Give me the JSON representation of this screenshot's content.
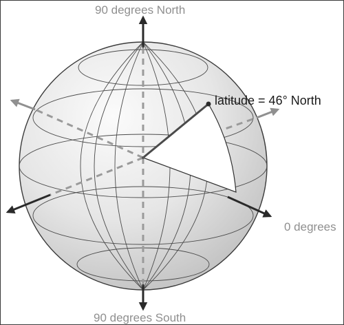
{
  "labels": {
    "north": "90 degrees North",
    "south": "90 degrees South",
    "zero": "0 degrees",
    "latitude": "latitude = 46° North"
  },
  "colors": {
    "sphere_fill": "#e4e4e4",
    "sphere_highlight": "#fafafa",
    "grid_line": "#4a4a4a",
    "dashed_axis": "#9a9a9a",
    "solid_arrow": "#2a2a2a",
    "gray_arrow": "#909090",
    "wedge_fill": "#ffffff",
    "label_gray": "#8f8f8f",
    "label_dark": "#1a1a1a"
  }
}
